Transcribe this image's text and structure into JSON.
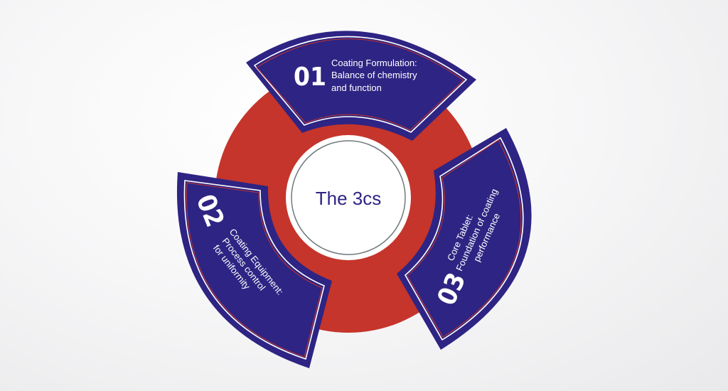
{
  "title": "The 3cs",
  "colors": {
    "navy": "#2e2483",
    "red": "#c5352b",
    "ring_outline": "#6f7a7c"
  },
  "segments": [
    {
      "number": "01",
      "lines": [
        "Coating Formulation:",
        "Balance of chemistry",
        "and function"
      ]
    },
    {
      "number": "02",
      "lines": [
        "Coating Equipment:",
        "Process control",
        "for uniformity"
      ]
    },
    {
      "number": "03",
      "lines": [
        "Core Tablet:",
        "Foundation of coating",
        "performance"
      ]
    }
  ]
}
